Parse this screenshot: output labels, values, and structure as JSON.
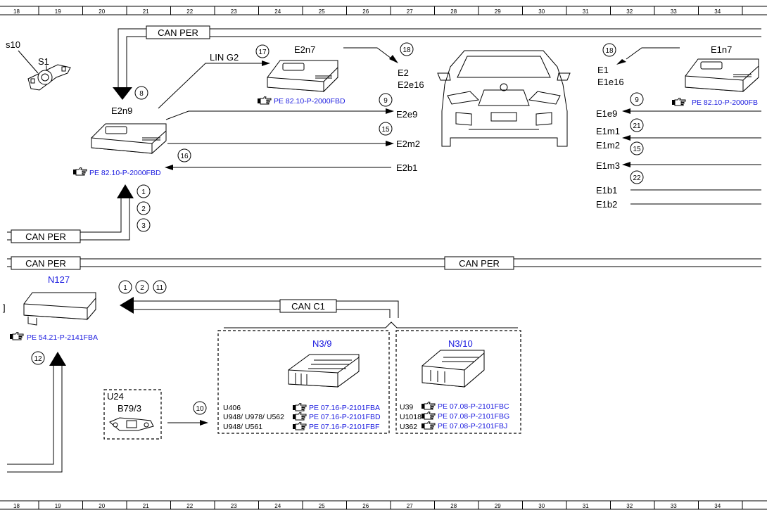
{
  "column_numbers": [
    "18",
    "19",
    "20",
    "21",
    "22",
    "23",
    "24",
    "25",
    "26",
    "27",
    "28",
    "29",
    "30",
    "31",
    "32",
    "33",
    "34"
  ],
  "bus_labels": {
    "can_per_top": "CAN PER",
    "can_per_left": "CAN PER",
    "can_per_mid_left": "CAN PER",
    "can_per_mid_right": "CAN PER",
    "lin_g2": "LIN G2",
    "can_c1": "CAN C1"
  },
  "components": {
    "s10": "s10",
    "s1": "S1",
    "e2n9": "E2n9",
    "e2n7": "E2n7",
    "e1n7": "E1n7",
    "n127": "N127",
    "n3_9": "N3/9",
    "n3_10": "N3/10",
    "u24": "U24",
    "b79_3": "B79/3",
    "bracket_left": "]"
  },
  "references": {
    "e2n9": "PE 82.10-P-2000FBD",
    "e2n7": "PE 82.10-P-2000FBD",
    "e1n7": "PE 82.10-P-2000FB",
    "n127": "PE 54.21-P-2141FBA",
    "n3_9": [
      {
        "variant": "U406",
        "ref": "PE 07.16-P-2101FBA"
      },
      {
        "variant": "U948/ U978/ U562",
        "ref": "PE 07.16-P-2101FBD"
      },
      {
        "variant": "U948/ U561",
        "ref": "PE 07.16-P-2101FBF"
      }
    ],
    "n3_10": [
      {
        "variant": "U39",
        "ref": "PE 07.08-P-2101FBC"
      },
      {
        "variant": "U1018",
        "ref": "PE 07.08-P-2101FBG"
      },
      {
        "variant": "U362",
        "ref": "PE 07.08-P-2101FBJ"
      }
    ]
  },
  "signal_labels": {
    "e2": "E2",
    "e2e16": "E2e16",
    "e2e9": "E2e9",
    "e2m2": "E2m2",
    "e2b1": "E2b1",
    "e1": "E1",
    "e1e16": "E1e16",
    "e1e9": "E1e9",
    "e1m1": "E1m1",
    "e1m2": "E1m2",
    "e1m3": "E1m3",
    "e1b1": "E1b1",
    "e1b2": "E1b2"
  },
  "circle_numbers": {
    "c8": "8",
    "c17": "17",
    "c18a": "18",
    "c9a": "9",
    "c15a": "15",
    "c16": "16",
    "c1a": "1",
    "c2a": "2",
    "c3": "3",
    "c18b": "18",
    "c9b": "9",
    "c21": "21",
    "c15b": "15",
    "c22": "22",
    "c1b": "1",
    "c2b": "2",
    "c11": "11",
    "c12": "12",
    "c10": "10"
  },
  "icons": {
    "reference": "pointing-hand-icon",
    "car": "car-front-icon",
    "module": "control-module-icon"
  }
}
